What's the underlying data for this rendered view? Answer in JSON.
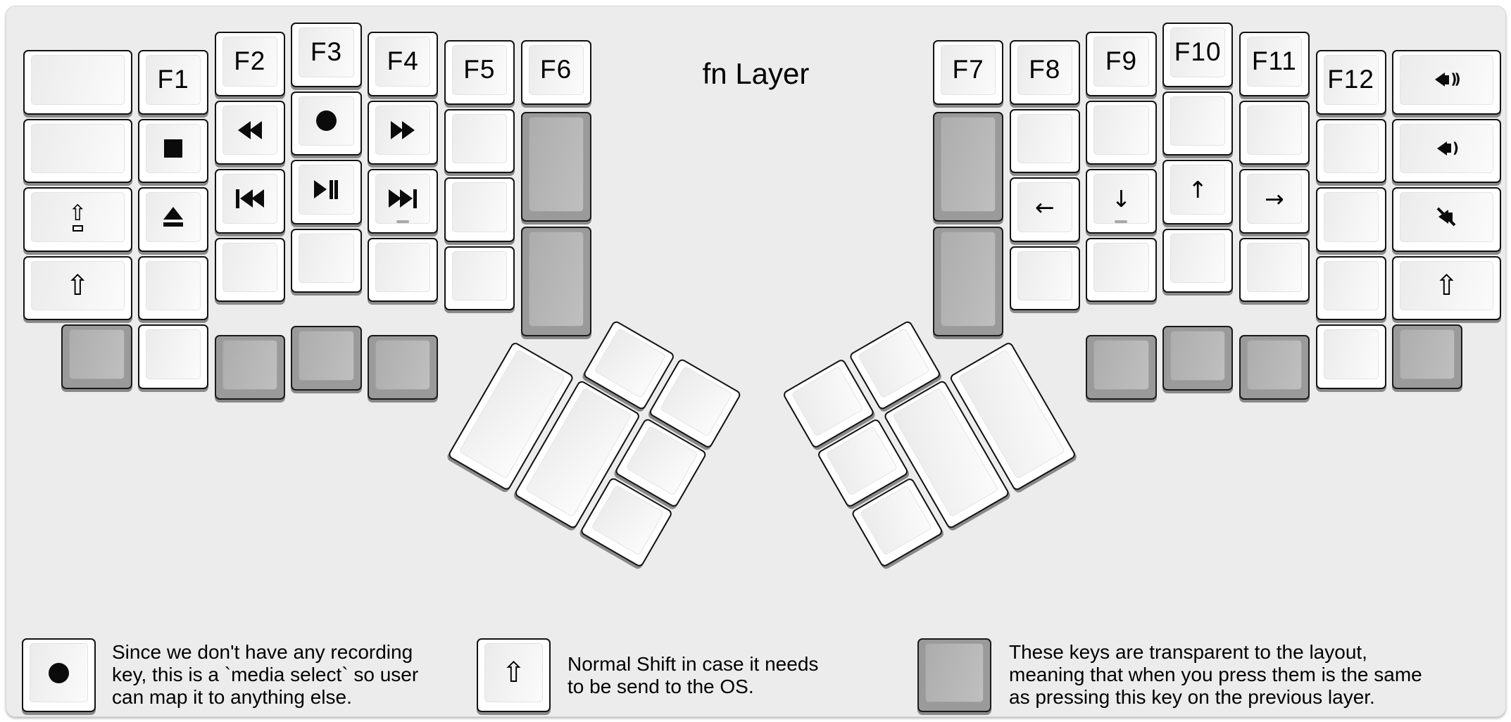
{
  "title": "fn Layer",
  "colors": {
    "canvas_bg": "#ececec",
    "key_white": "#ffffff",
    "key_grey": "#9a9a9a",
    "key_border": "#121212",
    "text": "#000000"
  },
  "keyboard": {
    "left_keys": [
      {
        "c": 0,
        "r": 0,
        "w": 1.5,
        "t": "w",
        "name": "key-blank"
      },
      {
        "c": 0,
        "r": 1,
        "w": 1.5,
        "t": "w",
        "name": "key-blank"
      },
      {
        "c": 0,
        "r": 2,
        "w": 1.5,
        "t": "w",
        "icon": "caps-lock",
        "name": "key-caps-lock"
      },
      {
        "c": 0,
        "r": 3,
        "w": 1.5,
        "t": "w",
        "icon": "shift",
        "name": "key-shift"
      },
      {
        "c": 1,
        "r": 0,
        "t": "w",
        "label": "F1",
        "name": "key-f1"
      },
      {
        "c": 1,
        "r": 1,
        "t": "w",
        "icon": "stop",
        "name": "key-stop"
      },
      {
        "c": 1,
        "r": 2,
        "t": "w",
        "icon": "eject",
        "name": "key-eject"
      },
      {
        "c": 1,
        "r": 3,
        "t": "w",
        "name": "key-blank"
      },
      {
        "c": 1,
        "r": 4,
        "t": "w",
        "name": "key-blank"
      },
      {
        "c": 2,
        "r": 0,
        "t": "w",
        "label": "F2",
        "name": "key-f2"
      },
      {
        "c": 2,
        "r": 1,
        "t": "w",
        "icon": "rewind",
        "name": "key-rewind"
      },
      {
        "c": 2,
        "r": 2,
        "t": "w",
        "icon": "prev-track",
        "name": "key-prev-track"
      },
      {
        "c": 2,
        "r": 3,
        "t": "w",
        "name": "key-blank"
      },
      {
        "c": 2,
        "r": 4.42,
        "t": "g",
        "name": "key-transparent"
      },
      {
        "c": 3,
        "r": 0,
        "t": "w",
        "label": "F3",
        "name": "key-f3"
      },
      {
        "c": 3,
        "r": 1,
        "t": "w",
        "icon": "record",
        "name": "key-record"
      },
      {
        "c": 3,
        "r": 2,
        "t": "w",
        "icon": "play-pause",
        "name": "key-play-pause"
      },
      {
        "c": 3,
        "r": 3,
        "t": "w",
        "name": "key-blank"
      },
      {
        "c": 3,
        "r": 4.42,
        "t": "g",
        "name": "key-transparent"
      },
      {
        "c": 4,
        "r": 0,
        "t": "w",
        "label": "F4",
        "name": "key-f4"
      },
      {
        "c": 4,
        "r": 1,
        "t": "w",
        "icon": "fast-forward",
        "name": "key-fast-forward"
      },
      {
        "c": 4,
        "r": 2,
        "t": "w",
        "icon": "next-track",
        "homing": true,
        "name": "key-next-track"
      },
      {
        "c": 4,
        "r": 3,
        "t": "w",
        "name": "key-blank"
      },
      {
        "c": 4,
        "r": 4.42,
        "t": "g",
        "name": "key-transparent"
      },
      {
        "c": 5,
        "r": 0,
        "t": "w",
        "label": "F5",
        "name": "key-f5"
      },
      {
        "c": 5,
        "r": 1,
        "t": "w",
        "name": "key-blank"
      },
      {
        "c": 5,
        "r": 2,
        "t": "w",
        "name": "key-blank"
      },
      {
        "c": 5,
        "r": 3,
        "t": "w",
        "name": "key-blank"
      },
      {
        "c": 6,
        "r": 0,
        "t": "w",
        "label": "F6",
        "name": "key-f6"
      },
      {
        "c": 6,
        "r": 1.05,
        "h": 1.66,
        "t": "g",
        "name": "key-transparent"
      },
      {
        "c": 6,
        "r": 2.72,
        "h": 1.66,
        "t": "g",
        "name": "key-transparent"
      },
      {
        "c": 0.5,
        "r": 4,
        "t": "g",
        "name": "key-transparent"
      }
    ],
    "right_keys": [
      {
        "c": 0,
        "r": 0,
        "t": "w",
        "label": "F7",
        "name": "key-f7"
      },
      {
        "c": 0,
        "r": 1.05,
        "h": 1.66,
        "t": "g",
        "name": "key-transparent"
      },
      {
        "c": 0,
        "r": 2.72,
        "h": 1.66,
        "t": "g",
        "name": "key-transparent"
      },
      {
        "c": 1,
        "r": 0,
        "t": "w",
        "label": "F8",
        "name": "key-f8"
      },
      {
        "c": 1,
        "r": 1,
        "t": "w",
        "name": "key-blank"
      },
      {
        "c": 1,
        "r": 2,
        "t": "w",
        "icon": "arrow-left",
        "name": "key-arrow-left"
      },
      {
        "c": 1,
        "r": 3,
        "t": "w",
        "name": "key-blank"
      },
      {
        "c": 2,
        "r": 0,
        "t": "w",
        "label": "F9",
        "name": "key-f9"
      },
      {
        "c": 2,
        "r": 1,
        "t": "w",
        "name": "key-blank"
      },
      {
        "c": 2,
        "r": 2,
        "t": "w",
        "icon": "arrow-down",
        "homing": true,
        "name": "key-arrow-down"
      },
      {
        "c": 2,
        "r": 3,
        "t": "w",
        "name": "key-blank"
      },
      {
        "c": 2,
        "r": 4.42,
        "t": "g",
        "name": "key-transparent"
      },
      {
        "c": 3,
        "r": 0,
        "t": "w",
        "label": "F10",
        "name": "key-f10"
      },
      {
        "c": 3,
        "r": 1,
        "t": "w",
        "name": "key-blank"
      },
      {
        "c": 3,
        "r": 2,
        "t": "w",
        "icon": "arrow-up",
        "name": "key-arrow-up"
      },
      {
        "c": 3,
        "r": 3,
        "t": "w",
        "name": "key-blank"
      },
      {
        "c": 3,
        "r": 4.42,
        "t": "g",
        "name": "key-transparent"
      },
      {
        "c": 4,
        "r": 0,
        "t": "w",
        "label": "F11",
        "name": "key-f11"
      },
      {
        "c": 4,
        "r": 1,
        "t": "w",
        "name": "key-blank"
      },
      {
        "c": 4,
        "r": 2,
        "t": "w",
        "icon": "arrow-right",
        "name": "key-arrow-right"
      },
      {
        "c": 4,
        "r": 3,
        "t": "w",
        "name": "key-blank"
      },
      {
        "c": 4,
        "r": 4.42,
        "t": "g",
        "name": "key-transparent"
      },
      {
        "c": 5,
        "r": 0,
        "t": "w",
        "label": "F12",
        "name": "key-f12"
      },
      {
        "c": 5,
        "r": 1,
        "t": "w",
        "name": "key-blank"
      },
      {
        "c": 5,
        "r": 2,
        "t": "w",
        "name": "key-blank"
      },
      {
        "c": 5,
        "r": 3,
        "t": "w",
        "name": "key-blank"
      },
      {
        "c": 5,
        "r": 4,
        "t": "w",
        "name": "key-blank"
      },
      {
        "c": 6,
        "r": 0,
        "w": 1.5,
        "t": "w",
        "icon": "volume-up",
        "name": "key-volume-up"
      },
      {
        "c": 6,
        "r": 1,
        "w": 1.5,
        "t": "w",
        "icon": "volume-down",
        "name": "key-volume-down"
      },
      {
        "c": 6,
        "r": 2,
        "w": 1.5,
        "t": "w",
        "icon": "mute",
        "name": "key-mute"
      },
      {
        "c": 6,
        "r": 3,
        "w": 1.5,
        "t": "w",
        "icon": "shift",
        "name": "key-shift"
      },
      {
        "c": 6,
        "r": 4,
        "t": "g",
        "name": "key-transparent"
      }
    ],
    "left_thumb": [
      {
        "c": 1,
        "r": 0,
        "t": "w",
        "name": "key-blank"
      },
      {
        "c": 2,
        "r": 0,
        "t": "w",
        "name": "key-blank"
      },
      {
        "c": 0,
        "r": 1,
        "h": 2,
        "t": "w",
        "name": "key-blank"
      },
      {
        "c": 1,
        "r": 1,
        "h": 2,
        "t": "w",
        "name": "key-blank"
      },
      {
        "c": 2,
        "r": 1,
        "t": "w",
        "name": "key-blank"
      },
      {
        "c": 2,
        "r": 2,
        "t": "w",
        "name": "key-blank"
      }
    ],
    "right_thumb": [
      {
        "c": 0,
        "r": 0,
        "t": "w",
        "name": "key-blank"
      },
      {
        "c": 1,
        "r": 0,
        "t": "w",
        "name": "key-blank"
      },
      {
        "c": 0,
        "r": 1,
        "t": "w",
        "name": "key-blank"
      },
      {
        "c": 1,
        "r": 1,
        "h": 2,
        "t": "w",
        "name": "key-blank"
      },
      {
        "c": 2,
        "r": 1,
        "h": 2,
        "t": "w",
        "name": "key-blank"
      },
      {
        "c": 0,
        "r": 2,
        "t": "w",
        "name": "key-blank"
      }
    ]
  },
  "legend": {
    "items": [
      {
        "icon": "record",
        "key_type": "w",
        "lines": [
          "Since we don't have any recording",
          "key, this is a `media select` so user",
          "can map it to anything else."
        ]
      },
      {
        "icon": "shift",
        "key_type": "w",
        "lines": [
          "Normal Shift in case it needs",
          "to be send to the OS."
        ]
      },
      {
        "icon": null,
        "key_type": "g",
        "lines": [
          "These keys are transparent to the layout,",
          "meaning that when you press them is the same",
          "as pressing this key on the previous layer."
        ]
      }
    ]
  }
}
